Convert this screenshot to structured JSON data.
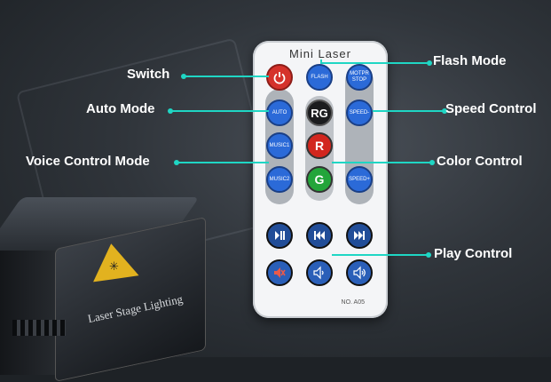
{
  "remote": {
    "title": "Mini Laser",
    "model": "NO. A05",
    "buttons": {
      "flash": "FLASH",
      "motor_stop": "MOTPR STOP",
      "auto": "AUTO",
      "rg": "RG",
      "r": "R",
      "g": "G",
      "speed_minus": "SPEED-",
      "music1": "MUSIC1",
      "music2": "MUSIC2",
      "speed_plus": "SPEED+"
    }
  },
  "device": {
    "label": "Laser Stage Lighting"
  },
  "callouts": {
    "switch": "Switch",
    "auto_mode": "Auto Mode",
    "voice_control_mode": "Voice Control Mode",
    "flash_mode": "Flash Mode",
    "speed_control": "Speed Control",
    "color_control": "Color Control",
    "play_control": "Play Control"
  },
  "colors": {
    "accent": "#1fd6c4",
    "button_blue": "#2b6ad8",
    "power_red": "#d5322b",
    "color_red": "#d2261e",
    "color_green": "#23a53a",
    "warning_yellow": "#e2b21f"
  }
}
